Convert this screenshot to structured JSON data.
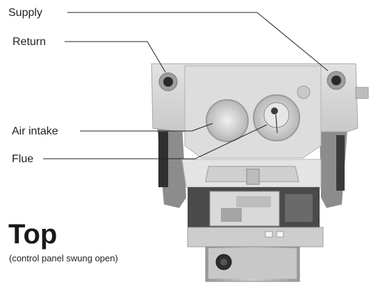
{
  "labels": {
    "supply": "Supply",
    "return": "Return",
    "air_intake": "Air intake",
    "flue": "Flue"
  },
  "title": "Top",
  "subtitle": "(control panel swung open)",
  "colors": {
    "line": "#222222",
    "body_light": "#d8d8d8",
    "body_mid": "#b9b9b9",
    "body_dark": "#555555"
  }
}
